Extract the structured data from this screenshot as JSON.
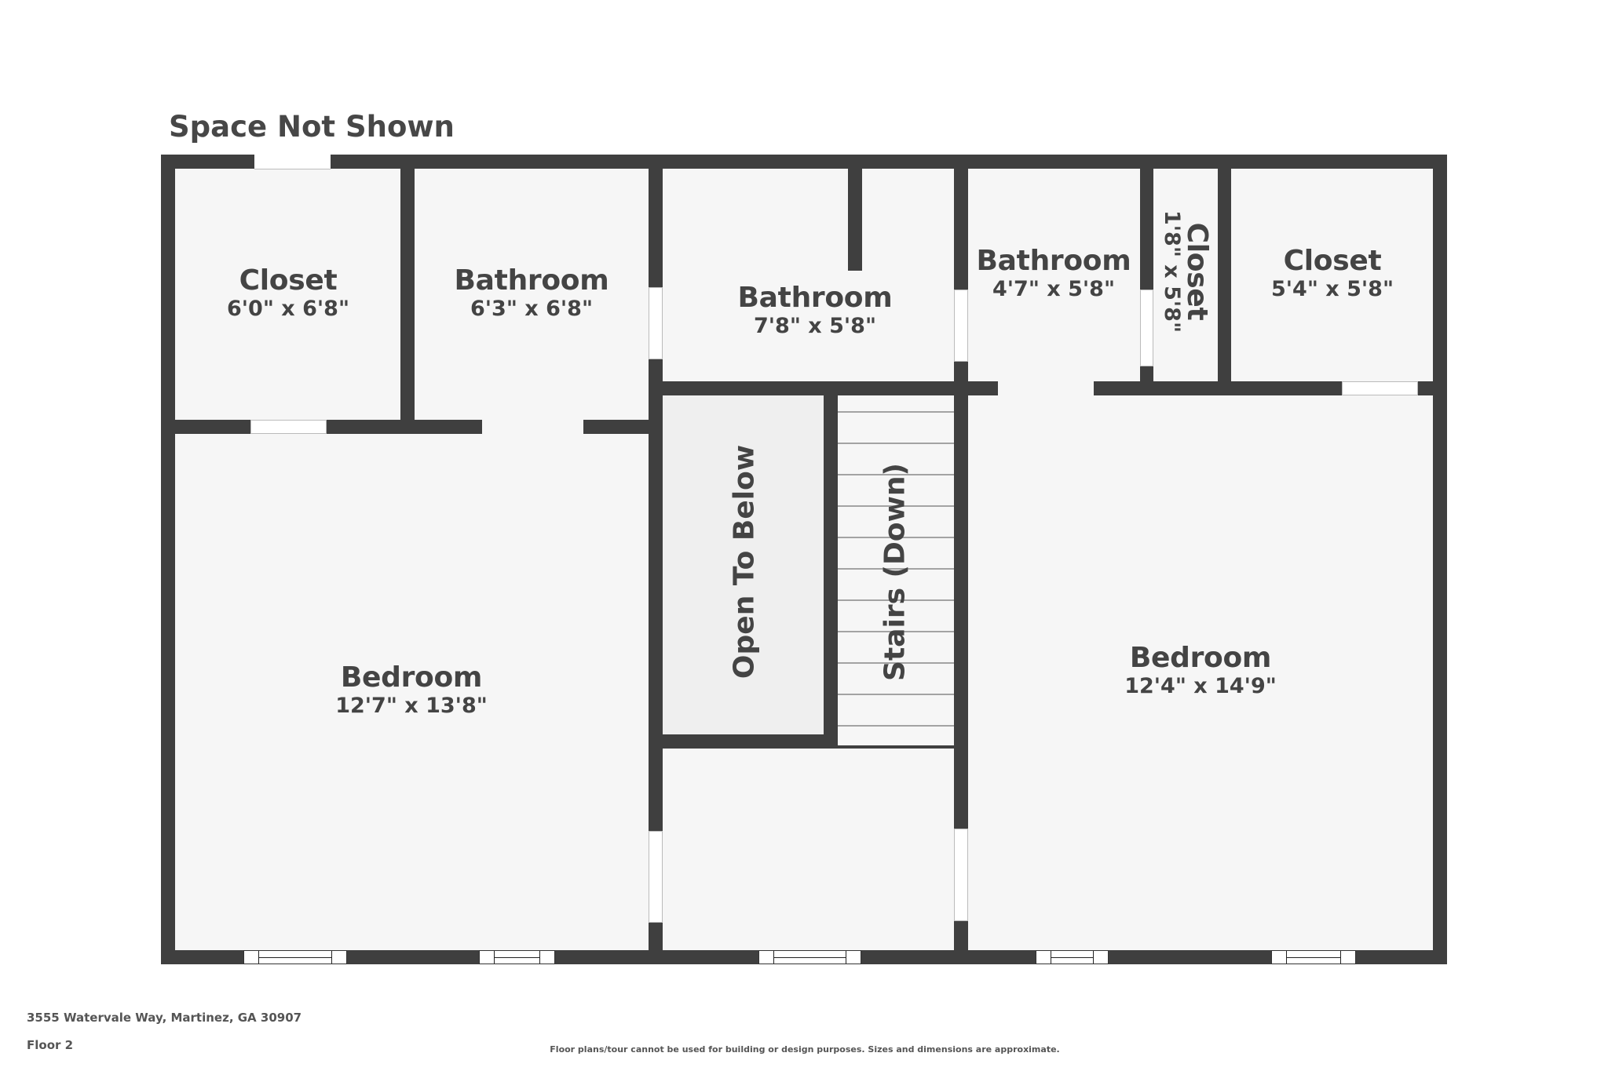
{
  "header": {
    "note": "Space Not Shown"
  },
  "rooms": [
    {
      "name": "Closet",
      "dimensions": "6'0\" x 6'8\""
    },
    {
      "name": "Bathroom",
      "dimensions": "6'3\" x 6'8\""
    },
    {
      "name": "Bathroom",
      "dimensions": "7'8\" x 5'8\""
    },
    {
      "name": "Bathroom",
      "dimensions": "4'7\" x 5'8\""
    },
    {
      "name": "Closet",
      "dimensions": "1'8\" x 5'8\""
    },
    {
      "name": "Closet",
      "dimensions": "5'4\" x 5'8\""
    },
    {
      "name": "Open To Below"
    },
    {
      "name": "Stairs (Down)"
    },
    {
      "name": "Bedroom",
      "dimensions": "12'7\" x 13'8\""
    },
    {
      "name": "Bedroom",
      "dimensions": "12'4\" x 14'9\""
    }
  ],
  "footer": {
    "address": "3555 Watervale Way, Martinez, GA 30907",
    "floor": "Floor 2",
    "disclaimer": "Floor plans/tour cannot be used for building or design purposes. Sizes and dimensions are approximate."
  },
  "colors": {
    "wall": "#3f3f3f",
    "floor": "#f6f6f6",
    "open_to_below": "#efefef",
    "text": "#444444"
  }
}
